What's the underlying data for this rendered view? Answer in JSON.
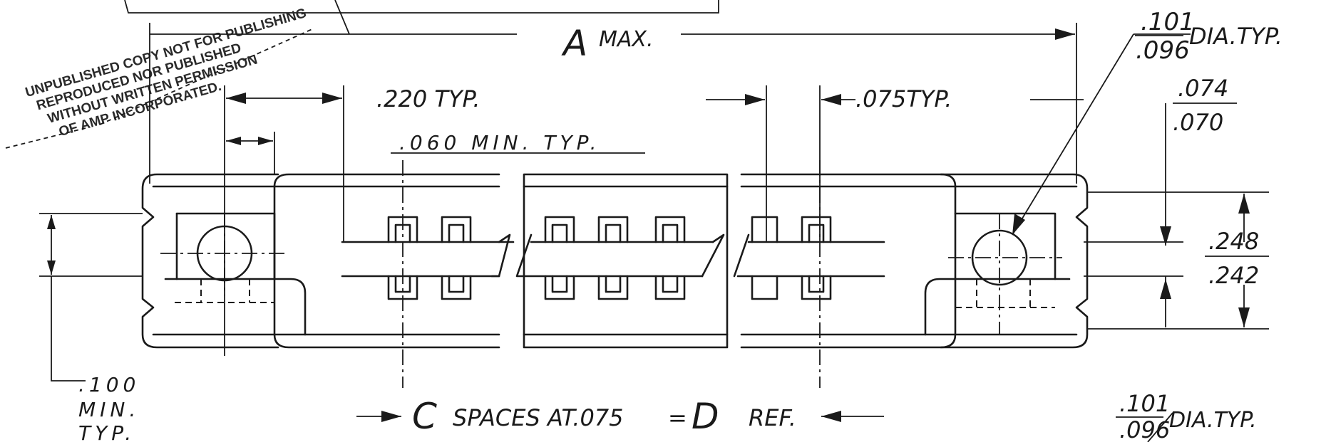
{
  "stamp": {
    "lines": [
      "UNPUBLISHED COPY NOT FOR PUBLISHING",
      "REPRODUCED NOR PUBLISHED",
      "WITHOUT WRITTEN PERMISSION",
      "OF AMP INCORPORATED."
    ]
  },
  "dimensions": {
    "a_max": {
      "letter": "A",
      "text": "MAX."
    },
    "pitch": ".220 TYP.",
    "min_gap": ".060 MIN. TYP.",
    "contact_pitch": ".075TYP.",
    "hole_top": {
      "upper": ".101",
      "lower": ".096",
      "suffix": "DIA.TYP."
    },
    "step_height": {
      "upper": ".074",
      "lower": ".070"
    },
    "slot_height": {
      "upper": ".248",
      "lower": ".242"
    },
    "edge_min": {
      "value": ".100",
      "line2": "MIN.",
      "line3": "TYP."
    },
    "spaces": {
      "c": "C",
      "text": "SPACES AT.075",
      "eq": "=",
      "d": "D",
      "ref": "REF."
    },
    "hole_bottom": {
      "upper": ".101",
      "lower": ".096",
      "suffix": "DIA.TYP."
    }
  }
}
